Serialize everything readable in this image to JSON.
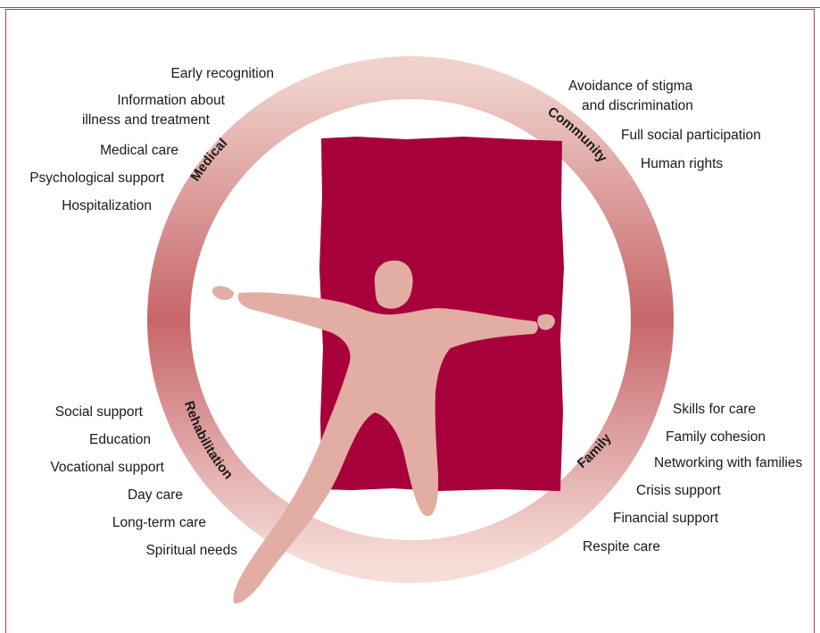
{
  "colors": {
    "frame": "#b8366a",
    "panel": "#a8003a",
    "figure": "#e3aea4",
    "ring_light": "#f0cfc8",
    "ring_dark": "#c86b6b"
  },
  "segments": {
    "medical": "Medical",
    "community": "Community",
    "family": "Family",
    "rehabilitation": "Rehabilitation"
  },
  "medical_items": [
    "Early recognition",
    "Information about",
    "illness and treatment",
    "Medical care",
    "Psychological support",
    "Hospitalization"
  ],
  "community_items": [
    "Avoidance of stigma",
    "and discrimination",
    "Full social participation",
    "Human rights"
  ],
  "rehabilitation_items": [
    "Social support",
    "Education",
    "Vocational support",
    "Day care",
    "Long-term care",
    "Spiritual needs"
  ],
  "family_items": [
    "Skills for care",
    "Family cohesion",
    "Networking with families",
    "Crisis support",
    "Financial support",
    "Respite care"
  ]
}
